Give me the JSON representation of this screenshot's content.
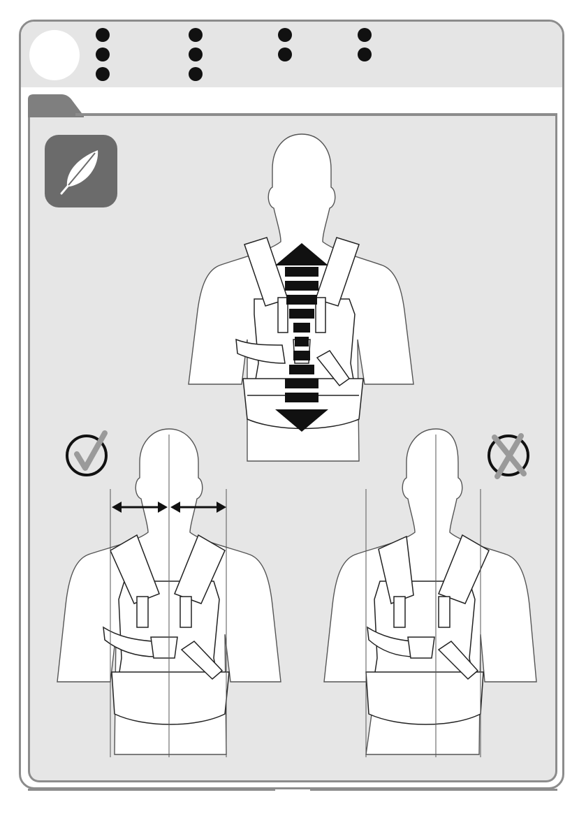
{
  "page": {
    "step_marker": "",
    "bullet_rows": 3
  },
  "icons": {
    "feather": "feather-icon",
    "correct": "checkmark-icon",
    "incorrect": "cross-icon",
    "vertical_arrow": "double-arrow-vertical-icon",
    "horizontal_arrows": "double-arrow-horizontal-icon"
  },
  "colors": {
    "panel": "#e6e6e6",
    "header": "#e5e5e5",
    "border": "#8c8c8c",
    "icon_box": "#6b6b6b",
    "ink": "#111111"
  },
  "illustrations": [
    {
      "name": "height-adjustment",
      "note": ""
    },
    {
      "name": "correct-fit",
      "status": "correct"
    },
    {
      "name": "incorrect-fit",
      "status": "incorrect"
    }
  ]
}
